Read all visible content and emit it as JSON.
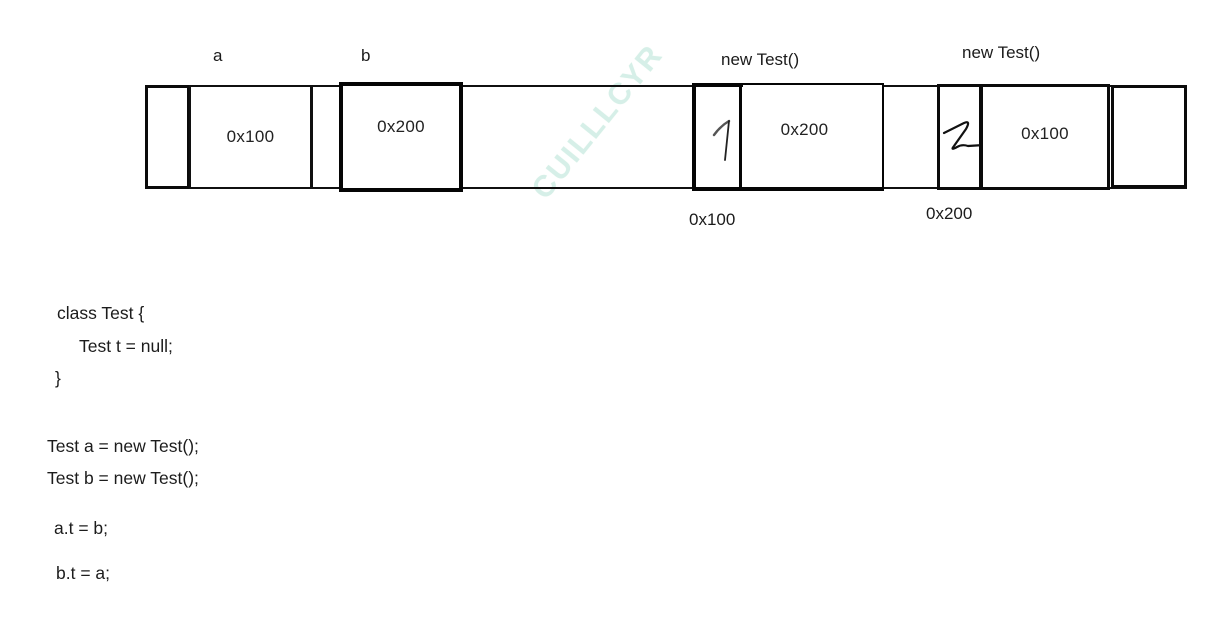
{
  "watermark": {
    "text": "CUILLLCYR"
  },
  "diagram": {
    "var_a": {
      "label": "a",
      "value": "0x100"
    },
    "var_b": {
      "label": "b",
      "value": "0x200"
    },
    "obj1": {
      "label": "new Test()",
      "t_value": "0x200",
      "address": "0x100",
      "handwritten_mark": "1"
    },
    "obj2": {
      "label": "new Test()",
      "t_value": "0x100",
      "address": "0x200",
      "handwritten_mark": "2"
    }
  },
  "code": {
    "lines": [
      "class Test {",
      "Test t = null;",
      "}",
      "Test a = new Test();",
      "Test b = new Test();",
      "a.t = b;",
      "b.t = a;"
    ]
  },
  "colors": {
    "ink": "#101010",
    "watermark": "#d6efe8"
  }
}
